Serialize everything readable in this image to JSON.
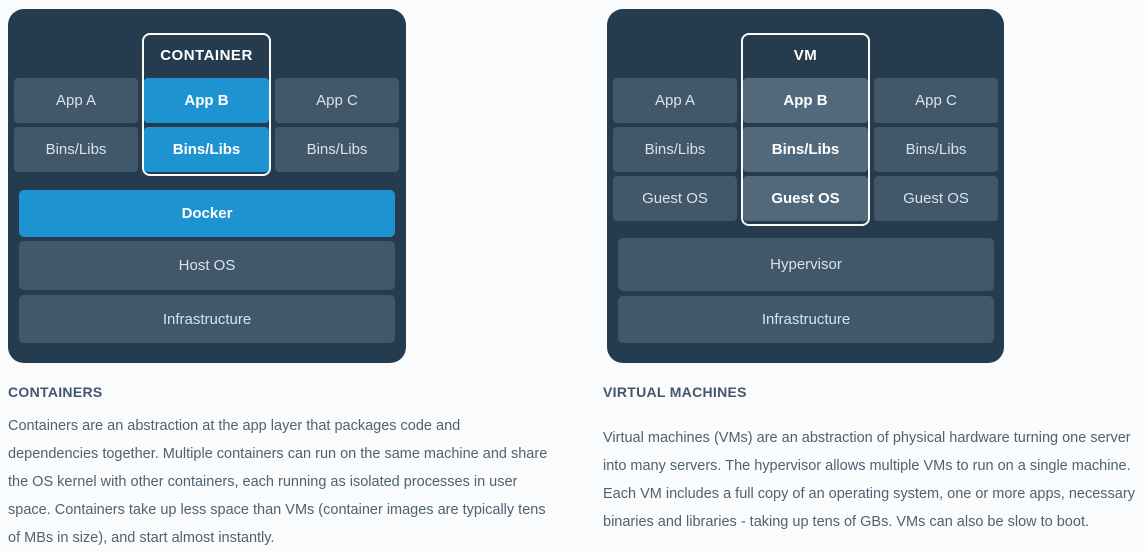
{
  "colors": {
    "page_background": "#fafbfc",
    "panel_background": "#253c4e",
    "cell_background": "#41576a",
    "cell_highlight_gray": "#52687b",
    "accent_blue": "#1e93d2",
    "outline_white": "#f7fafb",
    "cell_text": "#d9e2e9",
    "heading_text": "#44566a",
    "body_text": "#51626f"
  },
  "left_panel": {
    "outline_label": "CONTAINER",
    "cells": [
      {
        "label": "App A"
      },
      {
        "label": "App B"
      },
      {
        "label": "App C"
      },
      {
        "label": "Bins/Libs"
      },
      {
        "label": "Bins/Libs"
      },
      {
        "label": "Bins/Libs"
      }
    ],
    "full_rows": [
      {
        "label": "Docker"
      },
      {
        "label": "Host OS"
      },
      {
        "label": "Infrastructure"
      }
    ],
    "heading": "CONTAINERS",
    "description": "Containers are an abstraction at the app layer that packages code and dependencies together. Multiple containers can run on the same machine and share the OS kernel with other containers, each running as isolated processes in user space. Containers take up less space than VMs (container images are typically tens of MBs in size), and start almost instantly."
  },
  "right_panel": {
    "outline_label": "VM",
    "cells": [
      {
        "label": "App A"
      },
      {
        "label": "App B"
      },
      {
        "label": "App C"
      },
      {
        "label": "Bins/Libs"
      },
      {
        "label": "Bins/Libs"
      },
      {
        "label": "Bins/Libs"
      },
      {
        "label": "Guest OS"
      },
      {
        "label": "Guest OS"
      },
      {
        "label": "Guest OS"
      }
    ],
    "full_rows": [
      {
        "label": "Hypervisor"
      },
      {
        "label": "Infrastructure"
      }
    ],
    "heading": "VIRTUAL MACHINES",
    "description": "Virtual machines (VMs) are an abstraction of physical hardware turning one server into many servers. The hypervisor allows multiple VMs to run on a single machine. Each VM includes a full copy of an operating system, one or more apps, necessary binaries and libraries - taking up tens of GBs. VMs can also be slow to boot."
  }
}
